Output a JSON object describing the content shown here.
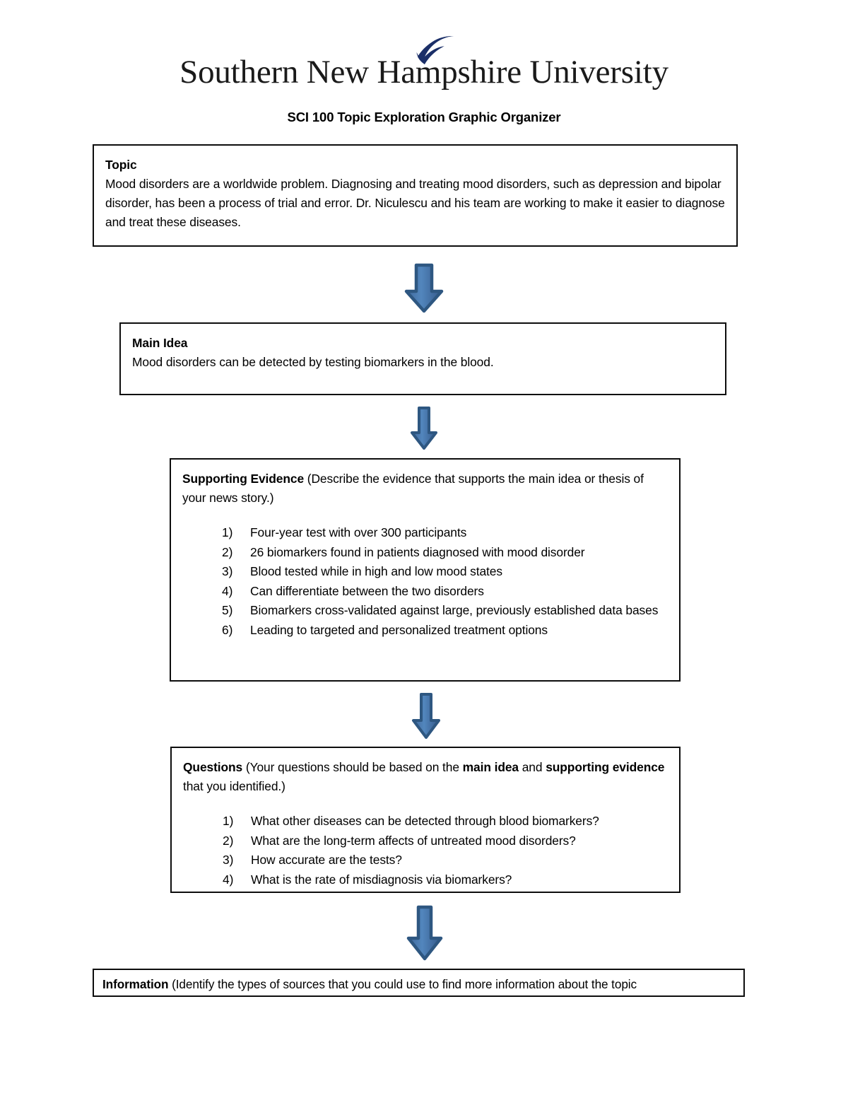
{
  "header": {
    "university_name": "Southern New Hampshire University",
    "logo_icon": "feather-icon",
    "logo_color": "#1b2f68",
    "document_title": "SCI 100 Topic Exploration Graphic Organizer"
  },
  "topic": {
    "label": "Topic",
    "body": "Mood disorders are a worldwide problem. Diagnosing and treating mood disorders, such as depression and bipolar disorder, has been a process of trial and error. Dr. Niculescu and his team are working to make it easier to diagnose and treat these diseases."
  },
  "main_idea": {
    "label": "Main Idea",
    "body": "Mood disorders can be detected by testing biomarkers in the blood."
  },
  "supporting_evidence": {
    "label": "Supporting Evidence",
    "instruction": " (Describe the evidence that supports the main idea or thesis of your news story.)",
    "items": [
      "Four-year test with over 300 participants",
      "26 biomarkers found in patients diagnosed with mood disorder",
      "Blood tested while in high and low mood states",
      "Can differentiate between the two disorders",
      "Biomarkers cross-validated against large, previously established data bases",
      "Leading to targeted and personalized treatment options"
    ]
  },
  "questions": {
    "label": "Questions",
    "instruction_part1": " (Your questions should be based on the ",
    "instruction_bold1": "main idea",
    "instruction_part2": " and ",
    "instruction_bold2": "supporting evidence",
    "instruction_part3": " that you identified.)",
    "items": [
      "What other diseases can be detected through blood biomarkers?",
      "What are the long-term affects of untreated mood disorders?",
      "How accurate are the tests?",
      "What is the rate of misdiagnosis via biomarkers?"
    ]
  },
  "information": {
    "label": "Information",
    "instruction": " (Identify the types of sources that you could use to find more information about the topic"
  },
  "arrows": {
    "count": 4,
    "direction": "down",
    "outline_color": "#2e5781",
    "fill_color": "#4a7ab0",
    "icon": "arrow-down-icon"
  }
}
